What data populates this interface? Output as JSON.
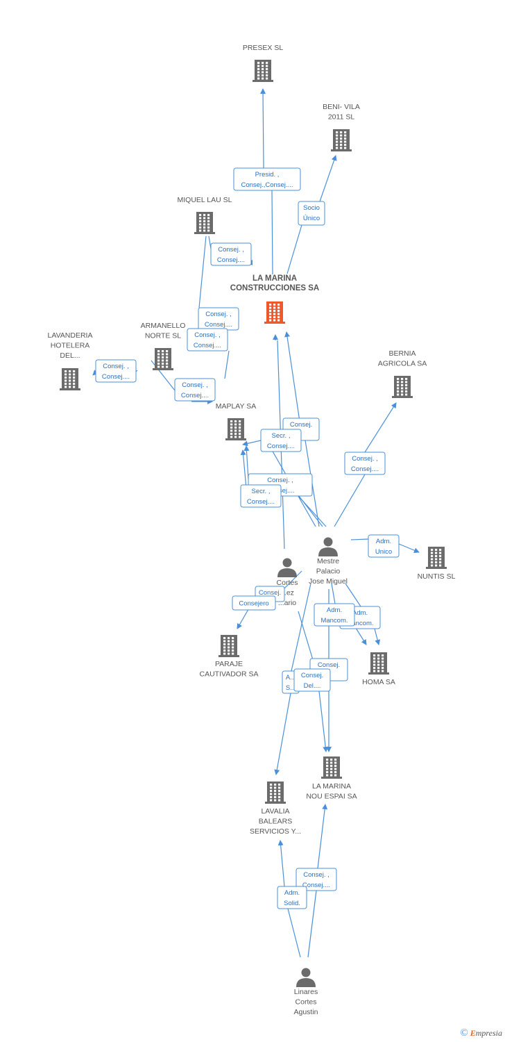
{
  "nodes": [
    {
      "id": "presex",
      "kind": "company",
      "lines": [
        "PRESEX SL"
      ]
    },
    {
      "id": "beni",
      "kind": "company",
      "lines": [
        "BENI- VILA",
        "2011 SL"
      ]
    },
    {
      "id": "miquel",
      "kind": "company",
      "lines": [
        "MIQUEL LAU SL"
      ]
    },
    {
      "id": "lamarina",
      "kind": "company-main",
      "lines": [
        "LA MARINA",
        "CONSTRUCCIONES SA"
      ]
    },
    {
      "id": "lavanderia",
      "kind": "company",
      "lines": [
        "LAVANDERIA",
        "HOTELERA",
        "DEL..."
      ]
    },
    {
      "id": "armanello",
      "kind": "company",
      "lines": [
        "ARMANELLO",
        "NORTE SL"
      ]
    },
    {
      "id": "bernia",
      "kind": "company",
      "lines": [
        "BERNIA",
        "AGRICOLA SA"
      ]
    },
    {
      "id": "maplay",
      "kind": "company",
      "lines": [
        "MAPLAY SA"
      ]
    },
    {
      "id": "mestre",
      "kind": "person",
      "lines": [
        "Mestre",
        "Palacio",
        "Jose Miguel"
      ]
    },
    {
      "id": "nuntis",
      "kind": "company",
      "lines": [
        "NUNTIS SL"
      ]
    },
    {
      "id": "cortes",
      "kind": "person",
      "lines": [
        "Cortes",
        "...ez",
        "...ario"
      ]
    },
    {
      "id": "paraje",
      "kind": "company",
      "lines": [
        "PARAJE",
        "CAUTIVADOR SA"
      ]
    },
    {
      "id": "homa",
      "kind": "company",
      "lines": [
        "HOMA SA"
      ]
    },
    {
      "id": "nouespai",
      "kind": "company",
      "lines": [
        "LA MARINA",
        "NOU ESPAI SA"
      ]
    },
    {
      "id": "lavalia",
      "kind": "company",
      "lines": [
        "LAVALIA",
        "BALEARS",
        "SERVICIOS Y..."
      ]
    },
    {
      "id": "linares",
      "kind": "person",
      "lines": [
        "Linares",
        "Cortes",
        "Agustin"
      ]
    }
  ],
  "relations": [
    {
      "id": "r1",
      "lines": [
        "Presid. ,",
        "Consej.,Consej...."
      ]
    },
    {
      "id": "r2",
      "lines": [
        "Socio",
        "Único"
      ]
    },
    {
      "id": "r3",
      "lines": [
        "Consej. ,",
        "Consej...."
      ]
    },
    {
      "id": "r4",
      "lines": [
        "Consej. ,",
        "Consej...."
      ]
    },
    {
      "id": "r5",
      "lines": [
        "Consej. ,",
        "Consej...."
      ]
    },
    {
      "id": "r6",
      "lines": [
        "Consej. ,",
        "Consej...."
      ]
    },
    {
      "id": "r7",
      "lines": [
        "Consej. ,",
        "Consej...."
      ]
    },
    {
      "id": "r8",
      "lines": [
        "Consej.",
        ""
      ]
    },
    {
      "id": "r9",
      "lines": [
        "Secr. ,",
        "Consej...."
      ]
    },
    {
      "id": "r10",
      "lines": [
        "Consej. ,",
        "Consej...."
      ]
    },
    {
      "id": "r11",
      "lines": [
        "Consej. ,",
        "...onsej...."
      ]
    },
    {
      "id": "r12",
      "lines": [
        "Secr. ,",
        "Consej...."
      ]
    },
    {
      "id": "r13",
      "lines": [
        "Adm.",
        "Unico"
      ]
    },
    {
      "id": "r14",
      "lines": [
        "Consej.",
        ""
      ]
    },
    {
      "id": "r15",
      "lines": [
        "Consejero"
      ]
    },
    {
      "id": "r16",
      "lines": [
        "Adm.",
        "Mancom."
      ]
    },
    {
      "id": "r17",
      "lines": [
        "Adm.",
        "Mancom."
      ]
    },
    {
      "id": "r18",
      "lines": [
        "Consej.",
        ""
      ]
    },
    {
      "id": "r19",
      "lines": [
        "A...",
        "S..."
      ]
    },
    {
      "id": "r20",
      "lines": [
        "Consej.",
        "Del...."
      ]
    },
    {
      "id": "r21",
      "lines": [
        "Consej. ,",
        "Consej...."
      ]
    },
    {
      "id": "r22",
      "lines": [
        "Adm.",
        "Solid."
      ]
    }
  ],
  "brand": {
    "copyright": "©",
    "e": "E",
    "rest": "mpresia"
  },
  "colors": {
    "edge": "#4a90d9",
    "company": "#6b6b6b",
    "main_company": "#f0582a",
    "person": "#6b6b6b"
  }
}
